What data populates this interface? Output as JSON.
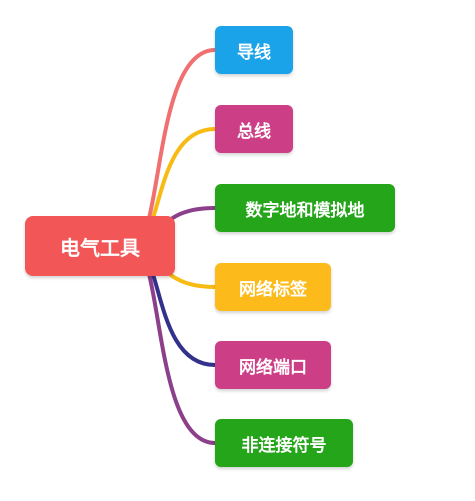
{
  "mindmap": {
    "root": {
      "label": "电气工具",
      "color": "#f25656"
    },
    "children": [
      {
        "label": "导线",
        "color": "#1aa3e8",
        "edge_color": "#f07070"
      },
      {
        "label": "总线",
        "color": "#cc3f86",
        "edge_color": "#f8bb14"
      },
      {
        "label": "数字地和模拟地",
        "color": "#25a51a",
        "edge_color": "#8c3f8a"
      },
      {
        "label": "网络标签",
        "color": "#fcbb1b",
        "edge_color": "#f8bb14"
      },
      {
        "label": "网络端口",
        "color": "#cc3f86",
        "edge_color": "#34318c"
      },
      {
        "label": "非连接符号",
        "color": "#25a51a",
        "edge_color": "#8c3f8a"
      }
    ]
  }
}
